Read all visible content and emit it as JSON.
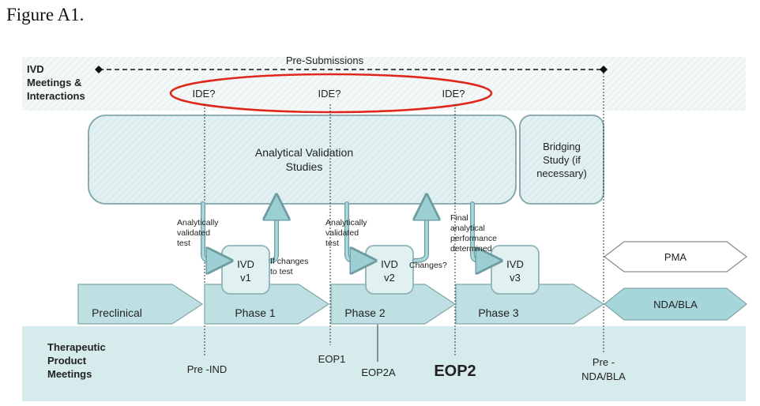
{
  "figure_title": "Figure A1.",
  "rows": {
    "ivd": [
      "IVD",
      "Meetings &",
      "Interactions"
    ],
    "therapeutic": [
      "Therapeutic",
      "Product",
      "Meetings"
    ]
  },
  "presubmissions_label": "Pre-Submissions",
  "ide_labels": [
    "IDE?",
    "IDE?",
    "IDE?"
  ],
  "analytical_validation": [
    "Analytical Validation",
    "Studies"
  ],
  "bridging": [
    "Bridging",
    "Study (if",
    "necessary)"
  ],
  "annotations": {
    "validated1": [
      "Analytically",
      "validated",
      "test"
    ],
    "changes1": [
      "If changes",
      "to test"
    ],
    "validated2": [
      "Analytically",
      "validated",
      "test"
    ],
    "changes2": "Changes?",
    "final": [
      "Final",
      "analytical",
      "performance",
      "determined"
    ]
  },
  "ivd_versions": [
    {
      "line1": "IVD",
      "line2": "v1"
    },
    {
      "line1": "IVD",
      "line2": "v2"
    },
    {
      "line1": "IVD",
      "line2": "v3"
    }
  ],
  "phases": [
    "Preclinical",
    "Phase 1",
    "Phase 2",
    "Phase 3"
  ],
  "outcomes": {
    "pma": "PMA",
    "nda": "NDA/BLA"
  },
  "milestones": {
    "pre_ind": "Pre -IND",
    "eop1": "EOP1",
    "eop2a": "EOP2A",
    "eop2": "EOP2",
    "pre_nda": [
      "Pre -",
      "NDA/BLA"
    ]
  },
  "colors": {
    "teal_fill": "#b9dde0",
    "teal_light": "#dceff0",
    "border": "#7a9fa3",
    "band_light": "#f1f6f6",
    "highlight_ellipse": "#e0271c"
  }
}
